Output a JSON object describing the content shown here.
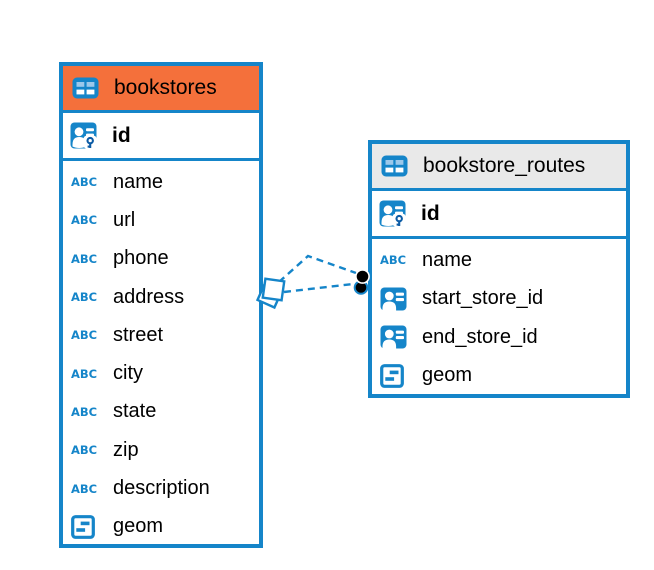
{
  "diagram": {
    "colors": {
      "accent_blue": "#1585c9",
      "header_orange": "#f4703b",
      "header_gray": "#e9e9e9",
      "icon_cell_light_blue": "#9cc8ea",
      "relation_dot_black": "#000000",
      "background": "#ffffff",
      "text": "#000000"
    },
    "icons": {
      "text_type_label": "ABC"
    },
    "tables": [
      {
        "name": "bookstores",
        "header_style": "orange",
        "primary_key": {
          "label": "id",
          "icon": "primary-key-icon"
        },
        "columns": [
          {
            "label": "name",
            "type_icon": "text-type-icon"
          },
          {
            "label": "url",
            "type_icon": "text-type-icon"
          },
          {
            "label": "phone",
            "type_icon": "text-type-icon"
          },
          {
            "label": "address",
            "type_icon": "text-type-icon"
          },
          {
            "label": "street",
            "type_icon": "text-type-icon"
          },
          {
            "label": "city",
            "type_icon": "text-type-icon"
          },
          {
            "label": "state",
            "type_icon": "text-type-icon"
          },
          {
            "label": "zip",
            "type_icon": "text-type-icon"
          },
          {
            "label": "description",
            "type_icon": "text-type-icon"
          },
          {
            "label": "geom",
            "type_icon": "geometry-type-icon"
          }
        ]
      },
      {
        "name": "bookstore_routes",
        "header_style": "gray",
        "primary_key": {
          "label": "id",
          "icon": "primary-key-icon"
        },
        "columns": [
          {
            "label": "name",
            "type_icon": "text-type-icon"
          },
          {
            "label": "start_store_id",
            "type_icon": "foreign-key-icon"
          },
          {
            "label": "end_store_id",
            "type_icon": "foreign-key-icon"
          },
          {
            "label": "geom",
            "type_icon": "geometry-type-icon"
          }
        ]
      }
    ],
    "relationships": [
      {
        "between": [
          "bookstore_routes",
          "bookstores"
        ],
        "line_style": "dashed"
      },
      {
        "between": [
          "bookstore_routes",
          "bookstores"
        ],
        "line_style": "dashed"
      }
    ]
  }
}
